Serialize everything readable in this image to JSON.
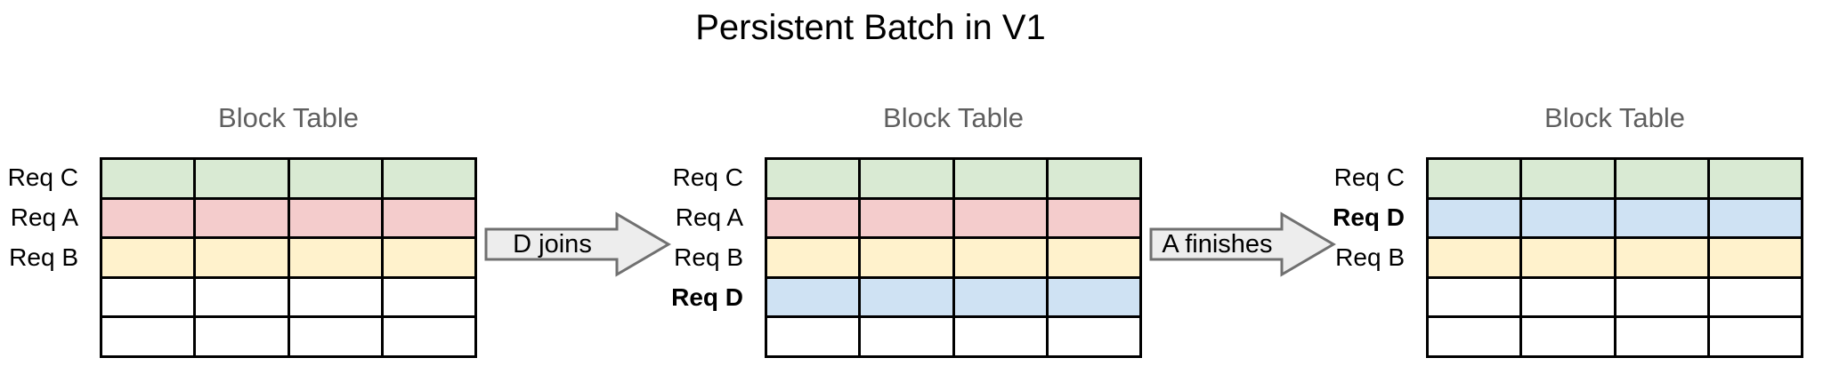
{
  "title": "Persistent Batch in V1",
  "colors": {
    "green": "#d9ead3",
    "red": "#f4cccc",
    "yellow": "#fff2cc",
    "blue": "#cfe2f3",
    "white": "#ffffff",
    "arrow_fill": "#ededed",
    "arrow_border": "#707070",
    "heading": "#5f5f5f",
    "grid_line": "#000000",
    "title_color": "#000000"
  },
  "panels": [
    {
      "heading": "Block Table",
      "cols": 4,
      "rows": [
        {
          "label": "Req C",
          "bold": false,
          "color": "green"
        },
        {
          "label": "Req A",
          "bold": false,
          "color": "red"
        },
        {
          "label": "Req B",
          "bold": false,
          "color": "yellow"
        },
        {
          "label": "",
          "bold": false,
          "color": "white"
        },
        {
          "label": "",
          "bold": false,
          "color": "white"
        }
      ]
    },
    {
      "heading": "Block Table",
      "cols": 4,
      "rows": [
        {
          "label": "Req C",
          "bold": false,
          "color": "green"
        },
        {
          "label": "Req A",
          "bold": false,
          "color": "red"
        },
        {
          "label": "Req B",
          "bold": false,
          "color": "yellow"
        },
        {
          "label": "Req D",
          "bold": true,
          "color": "blue"
        },
        {
          "label": "",
          "bold": false,
          "color": "white"
        }
      ]
    },
    {
      "heading": "Block Table",
      "cols": 4,
      "rows": [
        {
          "label": "Req C",
          "bold": false,
          "color": "green"
        },
        {
          "label": "Req D",
          "bold": true,
          "color": "blue"
        },
        {
          "label": "Req B",
          "bold": false,
          "color": "yellow"
        },
        {
          "label": "",
          "bold": false,
          "color": "white"
        },
        {
          "label": "",
          "bold": false,
          "color": "white"
        }
      ]
    }
  ],
  "arrows": [
    {
      "label": "D joins"
    },
    {
      "label": "A finishes"
    }
  ]
}
